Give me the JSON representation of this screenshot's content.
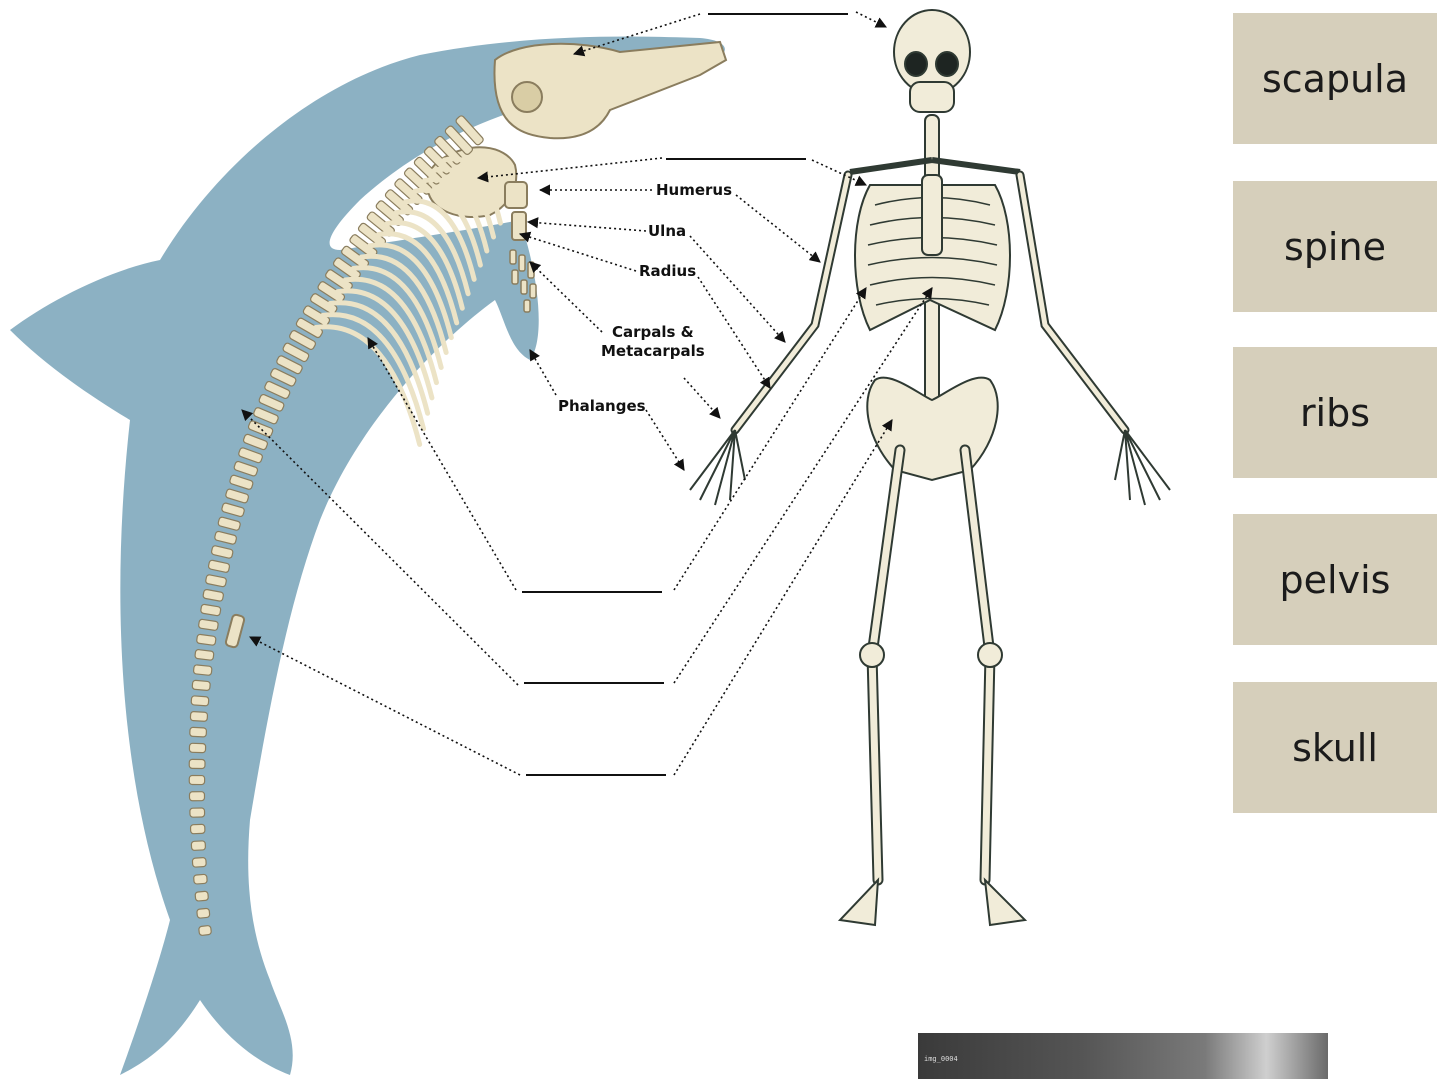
{
  "dolphin_labels": {
    "humerus": "Humerus",
    "ulna": "Ulna",
    "radius": "Radius",
    "carpals_line1": "Carpals &",
    "carpals_line2": "Metacarpals",
    "phalanges": "Phalanges"
  },
  "word_bank": [
    "scapula",
    "spine",
    "ribs",
    "pelvis",
    "skull"
  ],
  "colors": {
    "dolphin_body": "#7fa9bd",
    "bone": "#ece3c6",
    "bone_outline": "#8a7d5e",
    "human_bone": "#f1ecd9",
    "human_outline": "#2f3a33",
    "tile": "#d6cfbb"
  },
  "xray_caption": "img_0004"
}
